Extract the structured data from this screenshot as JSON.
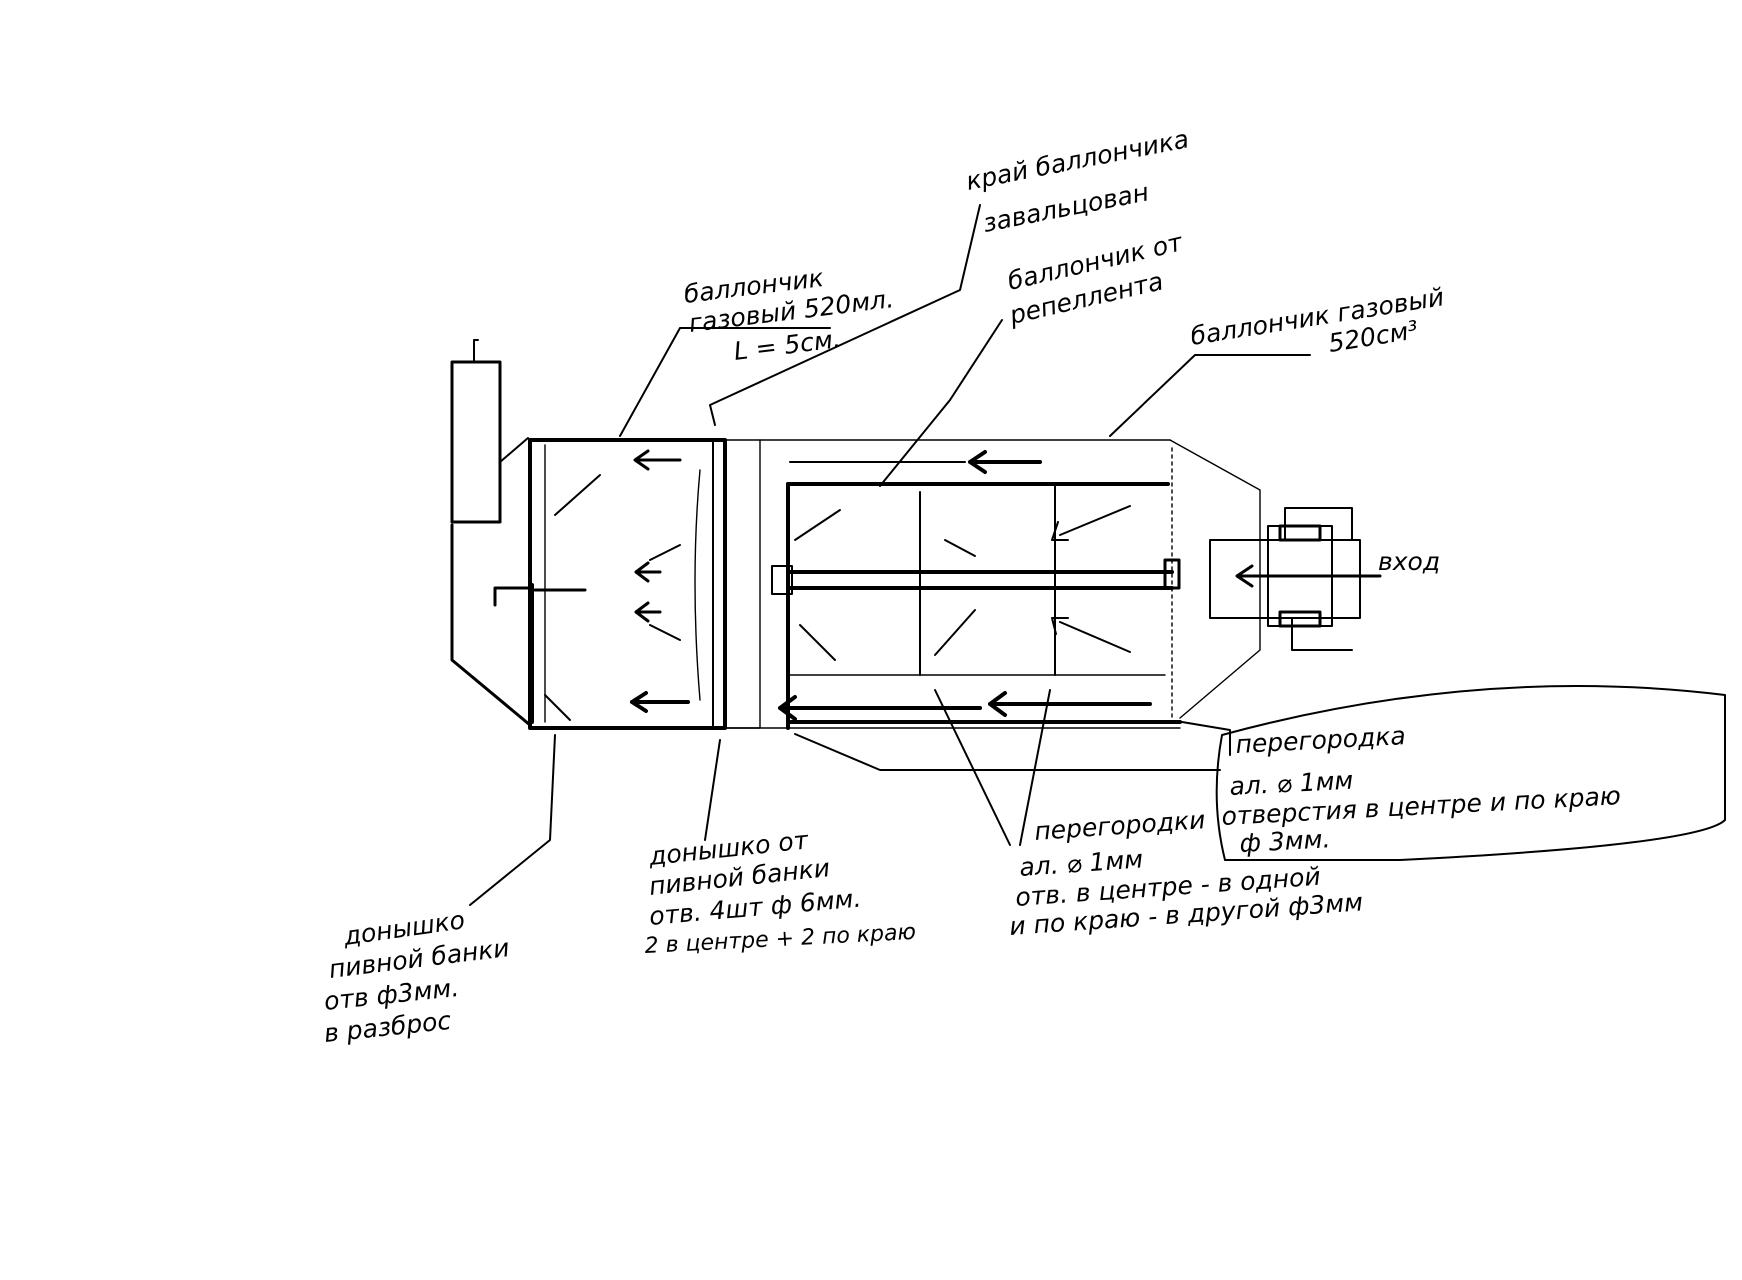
{
  "labels": {
    "can_ring_l1": "баллончик",
    "can_ring_l2": "газовый 520мл.",
    "can_ring_l3": "L = 5см.",
    "rim_l1": "край баллончика",
    "rim_l2": "завальцован",
    "rep_l1": "баллончик от",
    "rep_l2": "репеллента",
    "gas_l1": "баллончик газовый",
    "gas_l2": "520см³",
    "inlet": "вход",
    "outer_part_l1": "перегородка",
    "outer_part_l2": "ал. ⌀ 1мм",
    "outer_part_l3": "отверстия в центре и по краю",
    "outer_part_l4": "ф 3мм.",
    "parts_l1": "перегородки",
    "parts_l2": "ал. ⌀ 1мм",
    "parts_l3": "отв. в центре - в одной",
    "parts_l4": "и по краю - в другой ф3мм",
    "beer_mid_l1": "донышко от",
    "beer_mid_l2": "пивной банки",
    "beer_mid_l3": "отв. 4шт ф 6мм.",
    "beer_mid_l4": "2 в центре + 2 по краю",
    "beer_left_l1": "донышко",
    "beer_left_l2": "пивной банки",
    "beer_left_l3": "отв ф3мм.",
    "beer_left_l4": "в разброс"
  }
}
